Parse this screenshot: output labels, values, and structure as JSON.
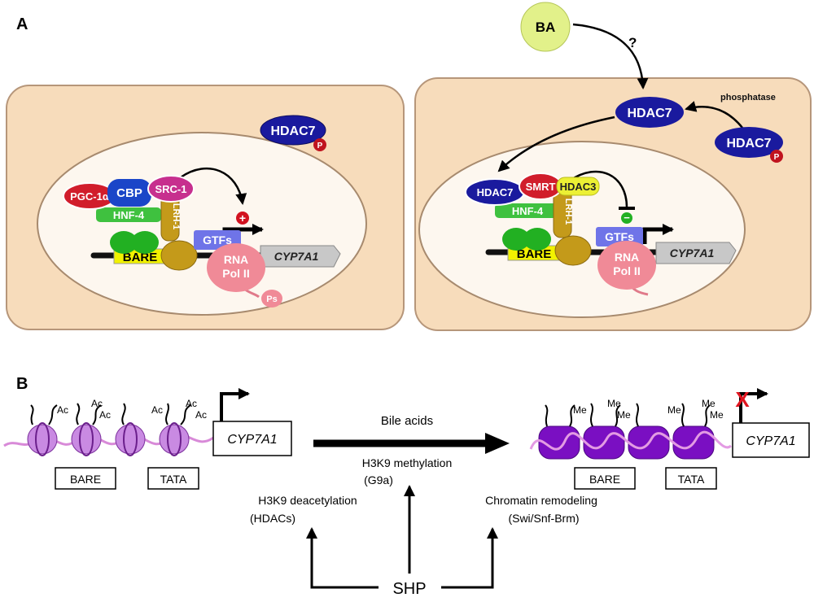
{
  "panel_a": {
    "label": "A",
    "left_cell": {
      "hdac7": "HDAC7",
      "phospho": "P",
      "pgc1a": "PGC-1α",
      "cbp": "CBP",
      "src1": "SRC-1",
      "hnf4": "HNF-4",
      "lrh1": "LRH-1",
      "bare": "BARE",
      "gtfs": "GTFs",
      "gene": "CYP7A1",
      "rna": "RNA",
      "pol": "Pol II",
      "ps": "Ps",
      "activation_sign": "+"
    },
    "right_cell": {
      "ba": "BA",
      "question": "?",
      "phosphatase": "phosphatase",
      "hdac7_center": "HDAC7",
      "hdac7_phos": "HDAC7",
      "phospho": "P",
      "hdac7_complex": "HDAC7",
      "smrt": "SMRT",
      "hdac3": "HDAC3",
      "hnf4": "HNF-4",
      "lrh1": "LRH-1",
      "bare": "BARE",
      "gtfs": "GTFs",
      "gene": "CYP7A1",
      "rna": "RNA",
      "pol": "Pol II",
      "repression_sign": "−"
    }
  },
  "panel_b": {
    "label": "B",
    "left": {
      "ac": [
        "Ac",
        "Ac",
        "Ac",
        "Ac",
        "Ac",
        "Ac"
      ],
      "gene": "CYP7A1",
      "bare": "BARE",
      "tata": "TATA"
    },
    "center": {
      "bile_acids": "Bile acids",
      "h3k9_methylation": "H3K9 methylation",
      "g9a": "(G9a)",
      "h3k9_deacetylation": "H3K9 deacetylation",
      "hdacs": "(HDACs)",
      "chromatin_remodeling": "Chromatin remodeling",
      "swi_snf": "(Swi/Snf-Brm)",
      "shp": "SHP"
    },
    "right": {
      "me": [
        "Me",
        "Me",
        "Me",
        "Me",
        "Me",
        "Me"
      ],
      "gene": "CYP7A1",
      "bare": "BARE",
      "tata": "TATA",
      "block": "X"
    }
  }
}
